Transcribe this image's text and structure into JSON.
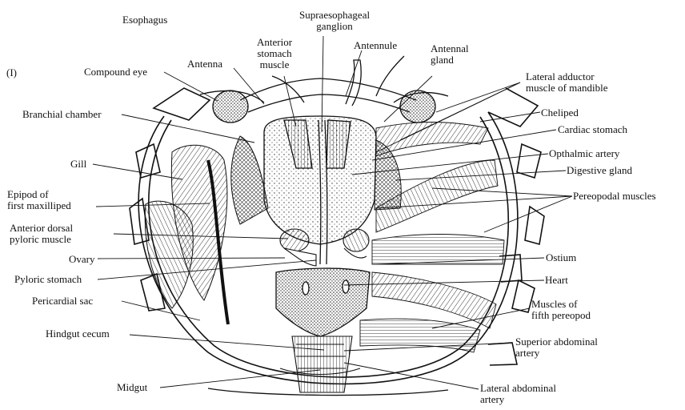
{
  "figure": {
    "panel_label": "(I)",
    "labels": {
      "esophagus": "Esophagus",
      "supraesophageal_ganglion": "Supraesophageal\nganglion",
      "anterior_stomach_muscle": "Anterior\nstomach\nmuscle",
      "antennule": "Antennule",
      "antennal_gland": "Antennal\ngland",
      "antenna": "Antenna",
      "compound_eye": "Compound eye",
      "lateral_adductor_muscle": "Lateral adductor\nmuscle of mandible",
      "cheliped": "Cheliped",
      "cardiac_stomach": "Cardiac stomach",
      "branchial_chamber": "Branchial chamber",
      "opthalmic_artery": "Opthalmic artery",
      "digestive_gland": "Digestive gland",
      "gill": "Gill",
      "epipod": "Epipod of\nfirst maxilliped",
      "pereopodal_muscles": "Pereopodal muscles",
      "anterior_dorsal_pyloric_muscle": "Anterior dorsal\npyloric muscle",
      "ovary": "Ovary",
      "ostium": "Ostium",
      "pyloric_stomach": "Pyloric stomach",
      "heart": "Heart",
      "pericardial_sac": "Pericardial sac",
      "muscles_fifth_pereopod": "Muscles of\nfifth pereopod",
      "hindgut_cecum": "Hindgut cecum",
      "superior_abdominal_artery": "Superior abdominal\nartery",
      "midgut": "Midgut",
      "lateral_abdominal_artery": "Lateral abdominal\nartery"
    }
  }
}
